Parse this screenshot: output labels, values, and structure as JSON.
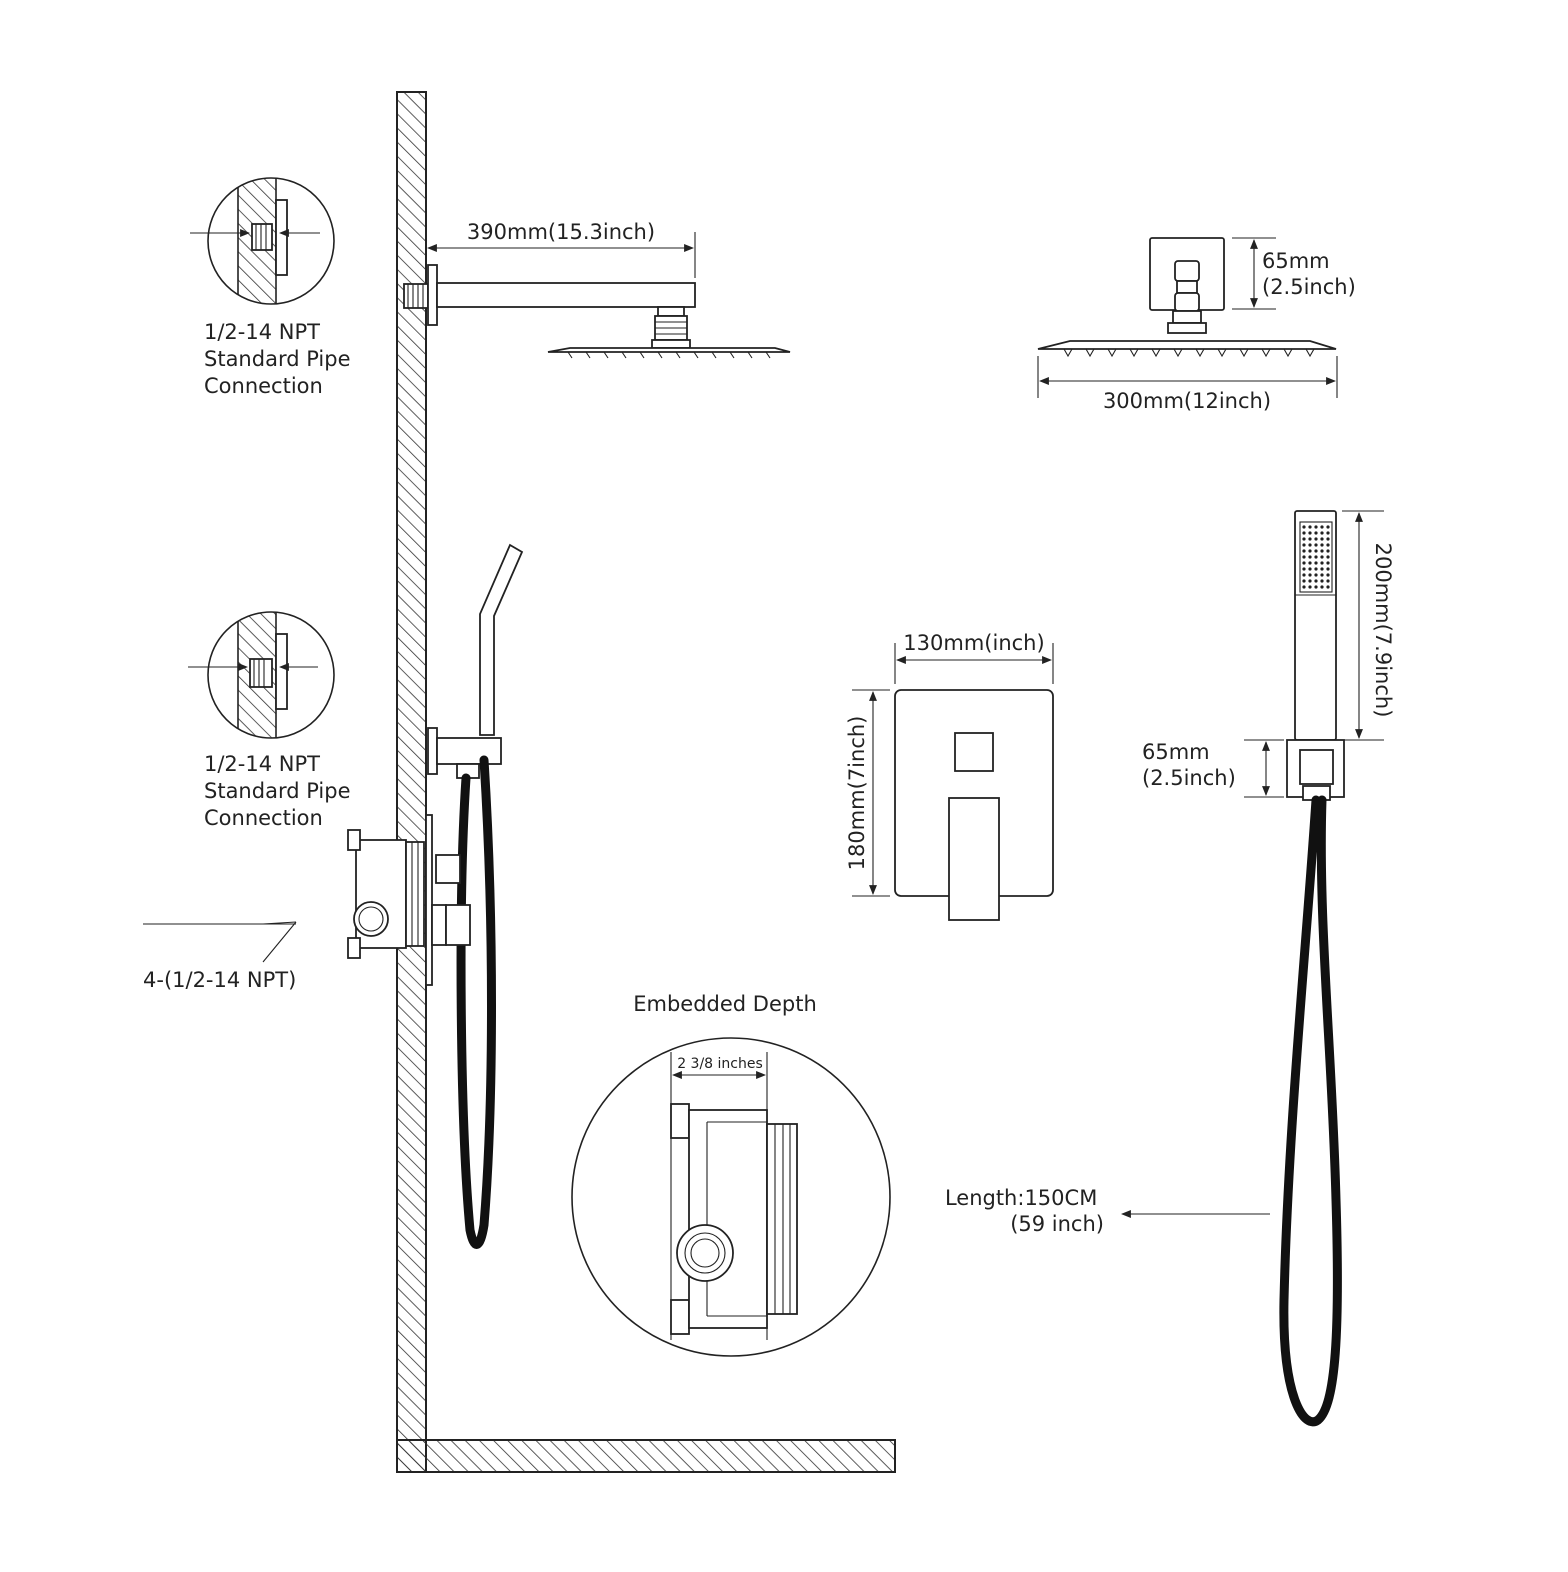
{
  "labels": {
    "arm_length": "390mm(15.3inch)",
    "npt_top": [
      "1/2-14 NPT",
      "Standard Pipe",
      "Connection"
    ],
    "npt_mid": [
      "1/2-14 NPT",
      "Standard Pipe",
      "Connection"
    ],
    "valve_ports": "4-(1/2-14 NPT)",
    "head_height": [
      "65mm",
      "(2.5inch)"
    ],
    "head_width": "300mm(12inch)",
    "plate_width": "130mm(inch)",
    "plate_height": "180mm(7inch)",
    "handheld_length": "200mm(7.9inch)",
    "holder_height": [
      "65mm",
      "(2.5inch)"
    ],
    "hose_length": [
      "Length:150CM",
      "(59 inch)"
    ],
    "embedded_title": "Embedded Depth",
    "embedded_depth": "2 3/8 inches"
  },
  "icons": {
    "arrow": "arrowhead-icon",
    "hatch": "wall-hatch-pattern"
  },
  "colors": {
    "line": "#222222",
    "background": "#ffffff"
  }
}
